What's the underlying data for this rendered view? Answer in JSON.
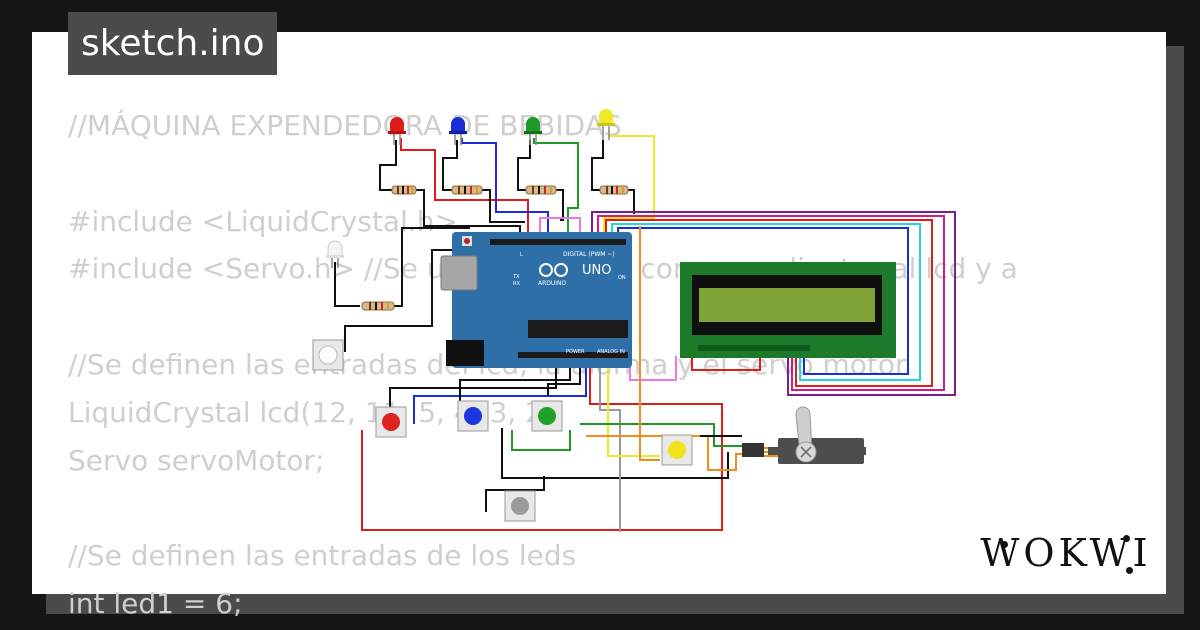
{
  "tab": {
    "filename": "sketch.ino"
  },
  "code_lines": [
    "//MÁQUINA EXPENDEDORA DE BEBIDAS",
    "",
    "#include <LiquidCrystal.h>",
    "#include <Servo.h> //Se usa la librerías correspondientes al lcd y a",
    "",
    "//Se definen las entradas del lcd, la alarma y el servo motor",
    "LiquidCrystal lcd(12, 11, 5, 4, 3, 2);",
    "Servo servoMotor;",
    "",
    "//Se definen las entradas de los leds",
    "int led1 = 6;"
  ],
  "arduino": {
    "model": "UNO",
    "brand": "ARDUINO",
    "digital_label": "DIGITAL (PWM ~)",
    "power_label": "POWER",
    "analog_label": "ANALOG IN",
    "tx": "TX",
    "rx": "RX",
    "on": "ON",
    "l": "L"
  },
  "leds": [
    {
      "name": "red",
      "color": "#e01b1b"
    },
    {
      "name": "blue",
      "color": "#1a2ed8"
    },
    {
      "name": "green",
      "color": "#1f9a26"
    },
    {
      "name": "yellow",
      "color": "#eeea2a"
    },
    {
      "name": "white",
      "color": "#eeeeee"
    }
  ],
  "buttons": [
    {
      "name": "red",
      "color": "#e02222"
    },
    {
      "name": "blue",
      "color": "#1c36e0"
    },
    {
      "name": "green",
      "color": "#1ea02a"
    },
    {
      "name": "yellow",
      "color": "#f2e21c"
    },
    {
      "name": "white",
      "color": "#ffffff"
    },
    {
      "name": "gray",
      "color": "#9a9a9a"
    }
  ],
  "lcd": {
    "type": "LCD 16x2"
  },
  "servo": {
    "type": "servo motor"
  },
  "colors": {
    "lcd_screen": "#7fa336",
    "lcd_board": "#1c7a2a",
    "arduino_board": "#2f6fa8"
  },
  "logo": {
    "text": "WOKWI"
  }
}
